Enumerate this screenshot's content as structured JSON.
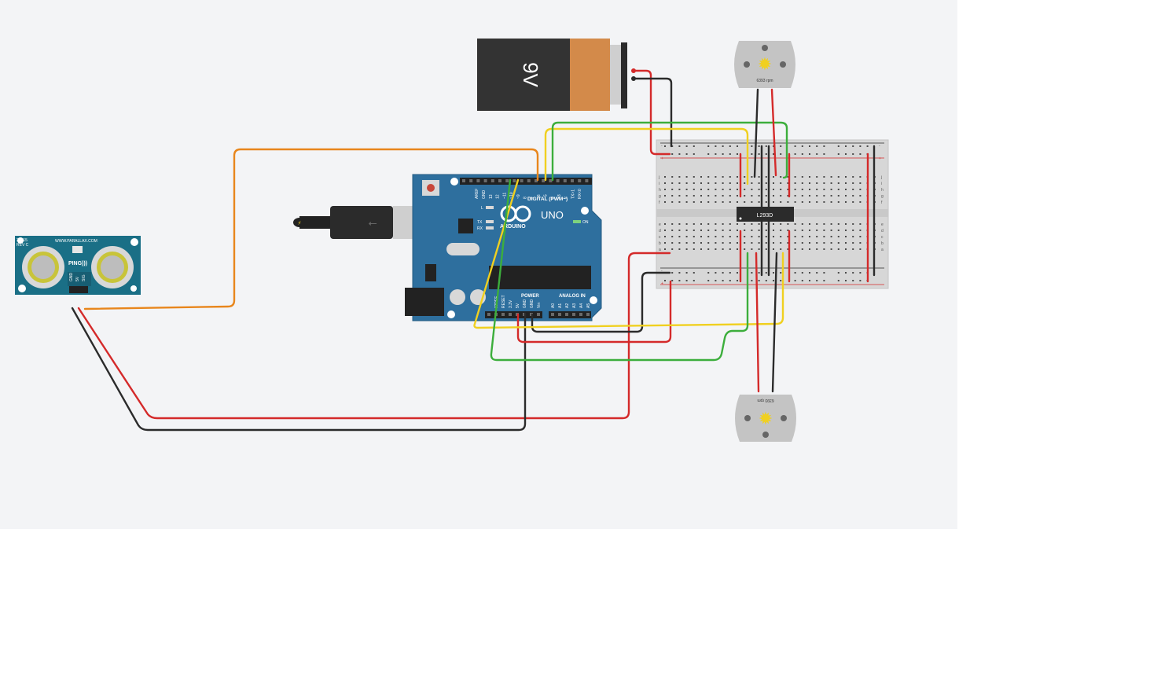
{
  "battery": {
    "label": "9V"
  },
  "sensor": {
    "brand": "WWW.PARALLAX.COM",
    "model_line1": "28015",
    "model_line2": "REV C",
    "name": "PING)))",
    "pins": [
      "GND",
      "5V",
      "SIG"
    ]
  },
  "arduino": {
    "aref": "AREF",
    "gnd": "GND",
    "digital_pins": [
      "13",
      "12",
      "~11",
      "~10",
      "~9",
      "8",
      "7",
      "~6",
      "~5",
      "4",
      "~3",
      "2",
      "TX>1",
      "RX<0"
    ],
    "digital_label": "DIGITAL (PWM~)",
    "brand": "ARDUINO",
    "model": "UNO",
    "led_l": "L",
    "led_tx": "TX",
    "led_rx": "RX",
    "on_label": "ON",
    "power_label": "POWER",
    "power_pins": [
      "IOREF",
      "RESET",
      "3.3V",
      "5V",
      "GND",
      "GND",
      "Vin"
    ],
    "analog_label": "ANALOG IN",
    "analog_pins": [
      "A0",
      "A1",
      "A2",
      "A3",
      "A4",
      "A5"
    ]
  },
  "chip": {
    "label": "L293D"
  },
  "motor_top": {
    "label": "6393 rpm"
  },
  "motor_bottom": {
    "label": "6393 rpm"
  },
  "breadboard": {
    "row_letters_top": [
      "j",
      "i",
      "h",
      "g",
      "f"
    ],
    "row_letters_bottom": [
      "e",
      "d",
      "c",
      "b",
      "a"
    ],
    "plus": "+",
    "minus": "-"
  },
  "colors": {
    "red": "#d42a2a",
    "black": "#2b2b2b",
    "green": "#3cae3c",
    "yellow": "#f0d020",
    "orange": "#e8861c",
    "arduino_blue": "#2e6f9e",
    "sensor_teal": "#1a6f86"
  }
}
